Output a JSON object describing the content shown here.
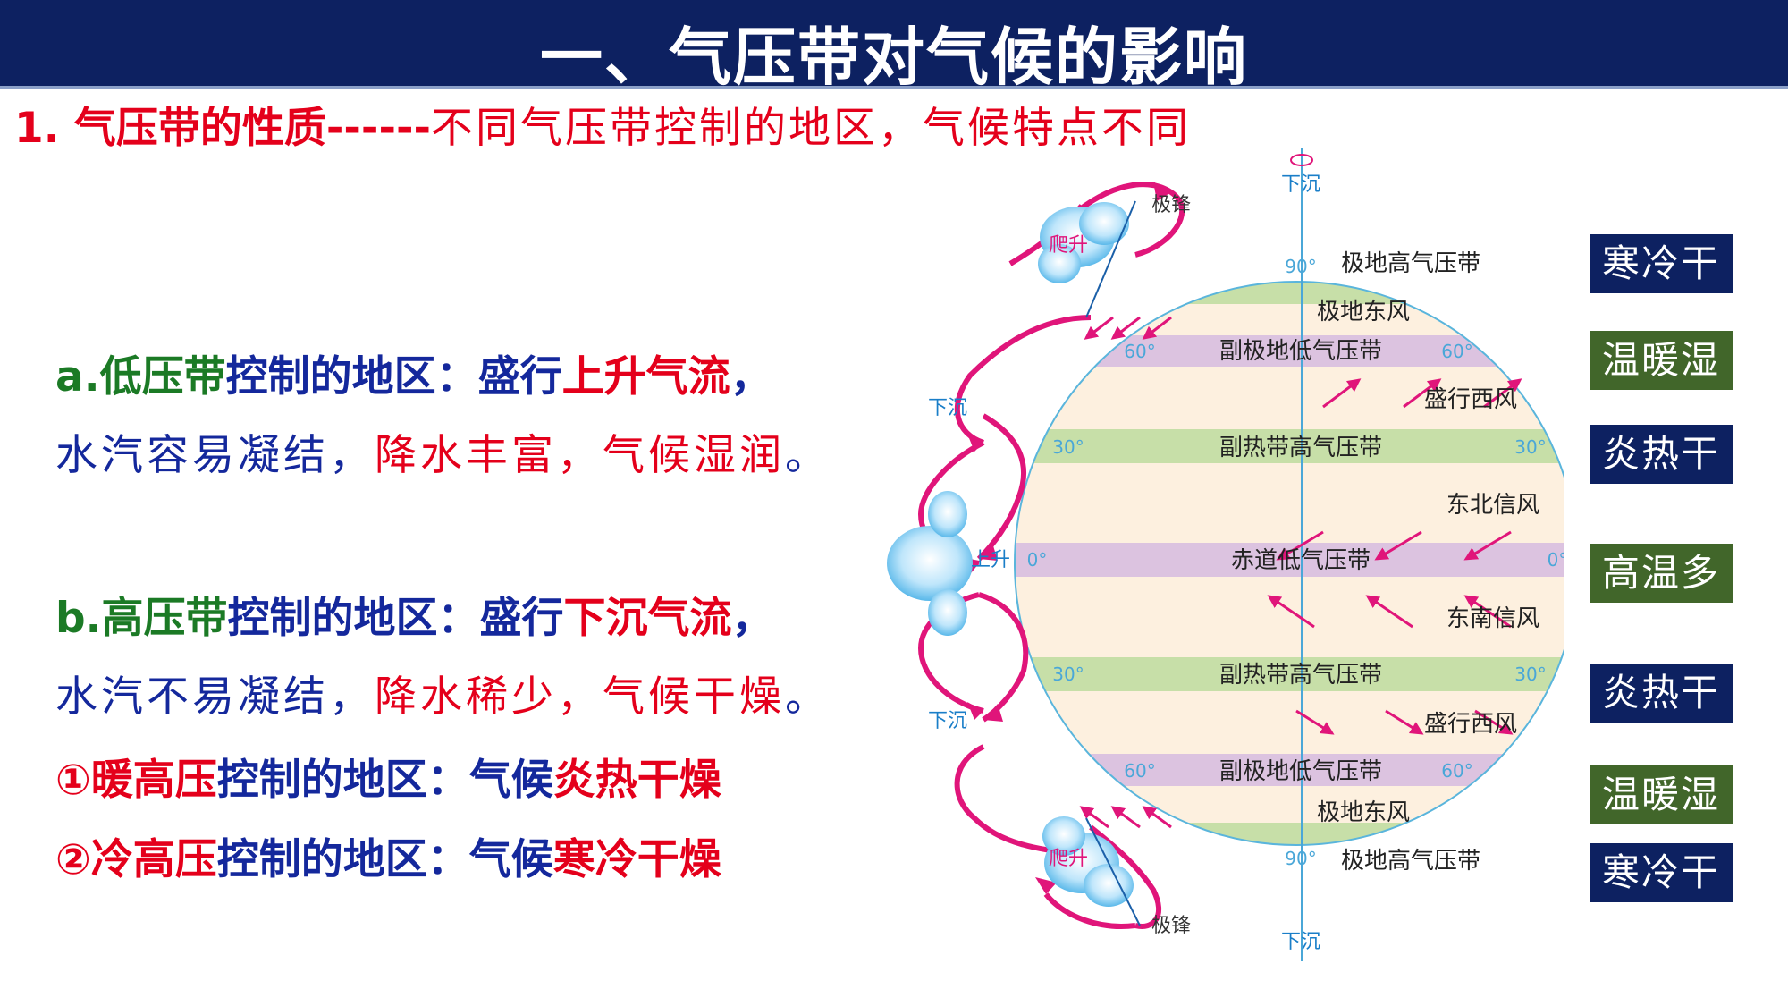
{
  "header": {
    "title": "一、气压带对气候的影响"
  },
  "subtitle": {
    "label": "1. 气压带的性质------",
    "text": "不同气压带控制的地区，气候特点不同"
  },
  "body": {
    "a": {
      "prefix": "a.低压带",
      "control": "控制的地区：盛行",
      "flow": "上升气流",
      "comma": "，",
      "l2_1": "水汽容易凝结，",
      "l2_2": "降水丰富，",
      "l2_3": "气候湿润",
      "l2_4": "。"
    },
    "b": {
      "prefix": "b.高压带",
      "control": "控制的地区：盛行",
      "flow": "下沉气流",
      "comma": "，",
      "l2_1": "水汽不易凝结，",
      "l2_2": "降水稀少，",
      "l2_3": "气候干燥",
      "l2_4": "。"
    },
    "c1": {
      "prefix": "①暖高压",
      "mid": "控制的地区：气候",
      "climate": "炎热干燥"
    },
    "c2": {
      "prefix": "②冷高压",
      "mid": "控制的地区：气候",
      "climate": "寒冷干燥"
    }
  },
  "diagram": {
    "belts": {
      "north_polar_high": "极地高气压带",
      "north_polar_easterlies": "极地东风",
      "north_subpolar_low": "副极地低气压带",
      "north_westerlies": "盛行西风",
      "north_subtropical_high": "副热带高气压带",
      "ne_trades": "东北信风",
      "equatorial_low": "赤道低气压带",
      "se_trades": "东南信风",
      "south_subtropical_high": "副热带高气压带",
      "south_westerlies": "盛行西风",
      "south_subpolar_low": "副极地低气压带",
      "south_polar_easterlies": "极地东风",
      "south_polar_high": "极地高气压带"
    },
    "latitudes": {
      "d90": "90°",
      "d60": "60°",
      "d30": "30°",
      "d0": "0°"
    },
    "labels": {
      "sink": "下沉",
      "rise": "上升",
      "climb": "爬升",
      "polar_front": "极锋"
    }
  },
  "climates": [
    {
      "label": "寒冷干燥",
      "color": "#0d2161"
    },
    {
      "label": "温暖湿润",
      "color": "#41662a"
    },
    {
      "label": "炎热干燥",
      "color": "#0d2161"
    },
    {
      "label": "高温多雨",
      "color": "#41662a"
    },
    {
      "label": "炎热干燥",
      "color": "#0d2161"
    },
    {
      "label": "温暖湿润",
      "color": "#41662a"
    },
    {
      "label": "寒冷干燥",
      "color": "#0d2161"
    }
  ]
}
